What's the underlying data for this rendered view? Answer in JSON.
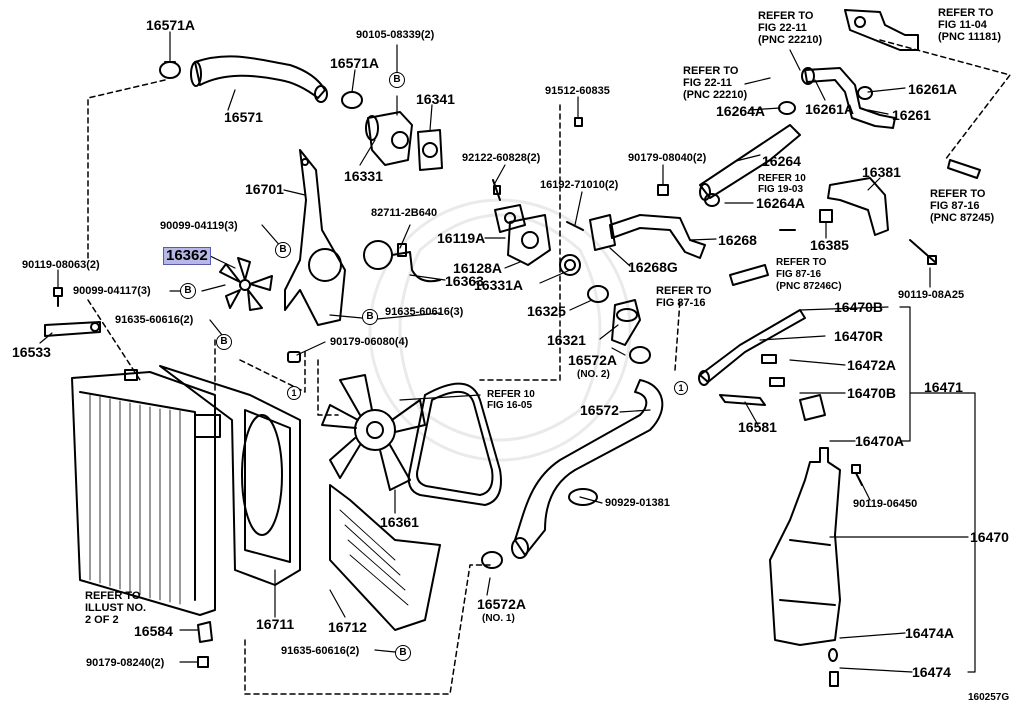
{
  "labels": {
    "p16571A_top": "16571A",
    "p16571": "16571",
    "p16571A": "16571A",
    "p90105": "90105-08339(2)",
    "p16341": "16341",
    "p16331": "16331",
    "p16701": "16701",
    "p82711": "82711-2B640",
    "p16363": "16363",
    "p90099_04119": "90099-04119(3)",
    "p16362": "16362",
    "p90119_08063": "90119-08063(2)",
    "p90099_04117": "90099-04117(3)",
    "p91635_a": "91635-60616(2)",
    "p91635_b": "91635-60616(3)",
    "p16533": "16533",
    "p91512": "91512-60835",
    "p92122": "92122-60828(2)",
    "p16192": "16192-71010(2)",
    "p16119A": "16119A",
    "p16128A": "16128A",
    "p16331A": "16331A",
    "p16325": "16325",
    "p16268G": "16268G",
    "p16268": "16268",
    "p16321": "16321",
    "p90179_08040": "90179-08040(2)",
    "p16264": "16264",
    "p16264A_top": "16264A",
    "p16264A": "16264A",
    "p16261A_a": "16261A",
    "p16261A_b": "16261A",
    "p16261": "16261",
    "p16381": "16381",
    "p16385": "16385",
    "p90119_08A25": "90119-08A25",
    "p90179_06080": "90179-06080(4)",
    "p16572A_no2": "16572A",
    "p16572A_no2_note": "(NO. 2)",
    "p16572": "16572",
    "p16470B_a": "16470B",
    "p16470R": "16470R",
    "p16472A": "16472A",
    "p16470B_b": "16470B",
    "p16471": "16471",
    "p16470A": "16470A",
    "p16581": "16581",
    "p90119_06450": "90119-06450",
    "p16470": "16470",
    "p16361": "16361",
    "p90929": "90929-01381",
    "p16572A_no1": "16572A",
    "p16572A_no1_note": "(NO. 1)",
    "p16711": "16711",
    "p16712": "16712",
    "p91635_c": "91635-60616(2)",
    "p16584": "16584",
    "p90179_08240": "90179-08240(2)",
    "p16474A": "16474A",
    "p16474": "16474",
    "fig_code": "160257G"
  },
  "refs": {
    "ref_fig11": "REFER TO\nFIG 11-04\n(PNC 11181)",
    "ref_fig22_top": "REFER TO\nFIG 22-11\n(PNC 22210)",
    "ref_fig22_mid": "REFER TO\nFIG 22-11\n(PNC 22210)",
    "ref_fig87_right": "REFER TO\nFIG 87-16\n(PNC 87245)",
    "ref_fig19": "REFER 10\nFIG 19-03",
    "ref_fig87_mid": "REFER TO\nFIG 87-16\n(PNC 87246C)",
    "ref_fig87_low": "REFER TO\nFIG 87-16",
    "ref_fig16": "REFER 10\nFIG 16-05",
    "ref_illust": "REFER TO\nILLUST NO.\n2 OF 2"
  },
  "markers": {
    "b": "B",
    "one": "1"
  }
}
